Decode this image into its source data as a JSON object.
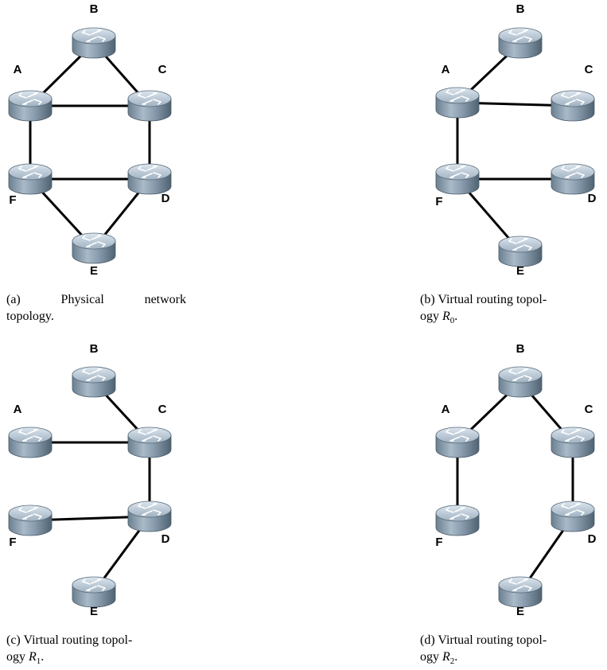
{
  "nodes": [
    "A",
    "B",
    "C",
    "D",
    "E",
    "F"
  ],
  "panels": [
    {
      "id": "a",
      "caption_line1": "(a)  Physical   network",
      "caption_line2": "topology.",
      "links": [
        [
          "B",
          "A"
        ],
        [
          "B",
          "C"
        ],
        [
          "A",
          "C"
        ],
        [
          "A",
          "F"
        ],
        [
          "C",
          "D"
        ],
        [
          "F",
          "D"
        ],
        [
          "F",
          "E"
        ],
        [
          "D",
          "E"
        ]
      ]
    },
    {
      "id": "b",
      "caption_line1": "(b) Virtual routing topol-",
      "caption_line2_prefix": "ogy",
      "caption_var": "R",
      "caption_sub": "0",
      "caption_suffix": ".",
      "links": [
        [
          "A",
          "B"
        ],
        [
          "A",
          "C"
        ],
        [
          "A",
          "F"
        ],
        [
          "F",
          "D"
        ],
        [
          "F",
          "E"
        ]
      ]
    },
    {
      "id": "c",
      "caption_line1": "(c) Virtual routing topol-",
      "caption_line2_prefix": "ogy",
      "caption_var": "R",
      "caption_sub": "1",
      "caption_suffix": ".",
      "links": [
        [
          "B",
          "C"
        ],
        [
          "A",
          "C"
        ],
        [
          "C",
          "D"
        ],
        [
          "F",
          "D"
        ],
        [
          "D",
          "E"
        ]
      ]
    },
    {
      "id": "d",
      "caption_line1": "(d) Virtual routing topol-",
      "caption_line2_prefix": "ogy",
      "caption_var": "R",
      "caption_sub": "2",
      "caption_suffix": ".",
      "links": [
        [
          "B",
          "A"
        ],
        [
          "B",
          "C"
        ],
        [
          "A",
          "F"
        ],
        [
          "C",
          "D"
        ],
        [
          "D",
          "E"
        ]
      ]
    }
  ]
}
